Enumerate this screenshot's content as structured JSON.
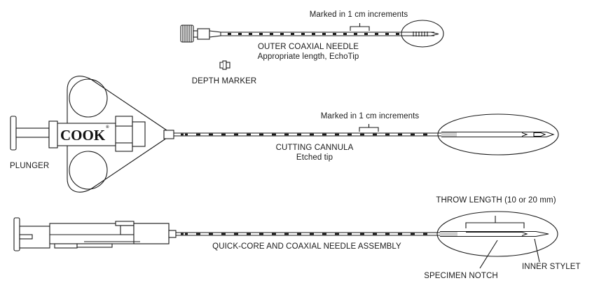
{
  "top_needle": {
    "increment_label": "Marked in 1 cm increments",
    "title": "OUTER COAXIAL NEEDLE",
    "subtitle": "Appropriate length, EchoTip"
  },
  "depth_marker": {
    "label": "DEPTH MARKER"
  },
  "cannula": {
    "increment_label": "Marked in 1 cm increments",
    "title": "CUTTING CANNULA",
    "subtitle": "Etched tip",
    "plunger_label": "PLUNGER",
    "logo_text": "COOK",
    "logo_mark": "®"
  },
  "assembly": {
    "title": "QUICK-CORE AND COAXIAL NEEDLE ASSEMBLY",
    "throw_label": "THROW LENGTH (10 or 20 mm)",
    "notch_label": "SPECIMEN NOTCH",
    "stylet_label": "INNER STYLET"
  },
  "colors": {
    "line": "#1a1a1a",
    "tip_fill": "#cfcfcf",
    "background": "#ffffff"
  }
}
